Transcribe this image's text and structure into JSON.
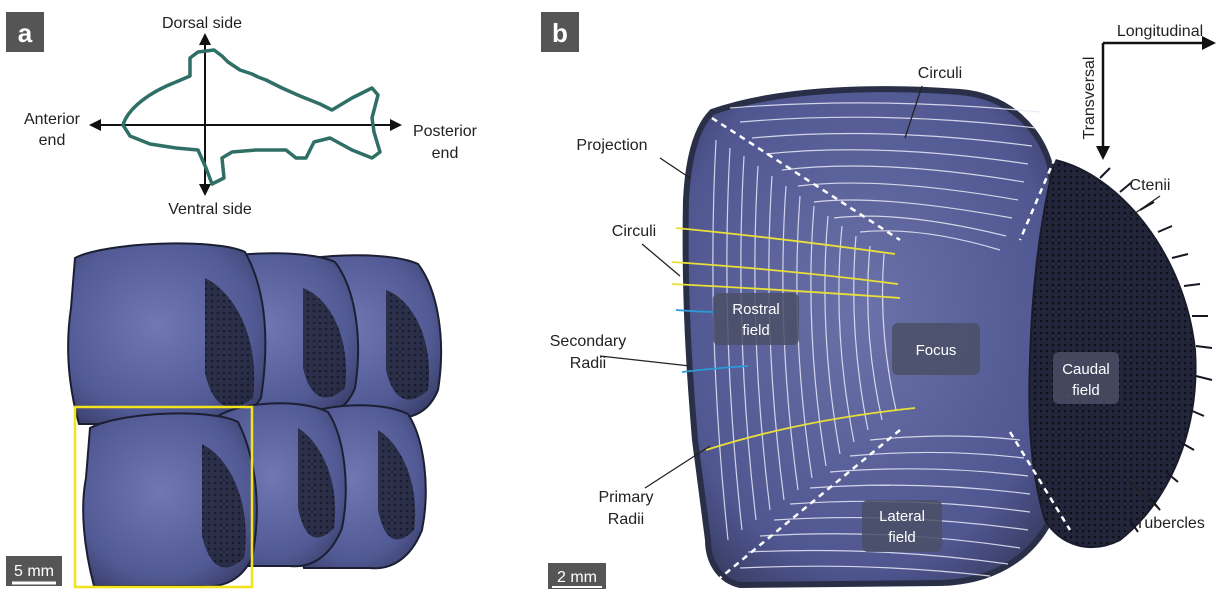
{
  "panels": {
    "a": {
      "label": "a",
      "orientation": {
        "dorsal": "Dorsal side",
        "ventral": "Ventral side",
        "anterior_1": "Anterior",
        "anterior_2": "end",
        "posterior_1": "Posterior",
        "posterior_2": "end"
      },
      "scale_bar": "5 mm"
    },
    "b": {
      "label": "b",
      "axes": {
        "longitudinal": "Longitudinal",
        "transversal": "Transversal"
      },
      "labels": {
        "circuli_top": "Circuli",
        "projection": "Projection",
        "circuli_left": "Circuli",
        "secondary_1": "Secondary",
        "secondary_2": "Radii",
        "primary_1": "Primary",
        "primary_2": "Radii",
        "ctenii": "Ctenii",
        "tubercles": "Tubercles"
      },
      "fields": {
        "rostral_1": "Rostral",
        "rostral_2": "field",
        "focus": "Focus",
        "caudal_1": "Caudal",
        "caudal_2": "field",
        "lateral_1": "Lateral",
        "lateral_2": "field"
      },
      "scale_bar": "2 mm"
    }
  },
  "colors": {
    "fish_outline": "#2f6f66",
    "scale_fill": "#5d66a3",
    "scale_rim": "#2a2f48",
    "primary_radii": "#e8df3a",
    "secondary_radii": "#2a9bd6",
    "highlight_box": "#f2e31c",
    "label_box": "#4a4f66"
  }
}
